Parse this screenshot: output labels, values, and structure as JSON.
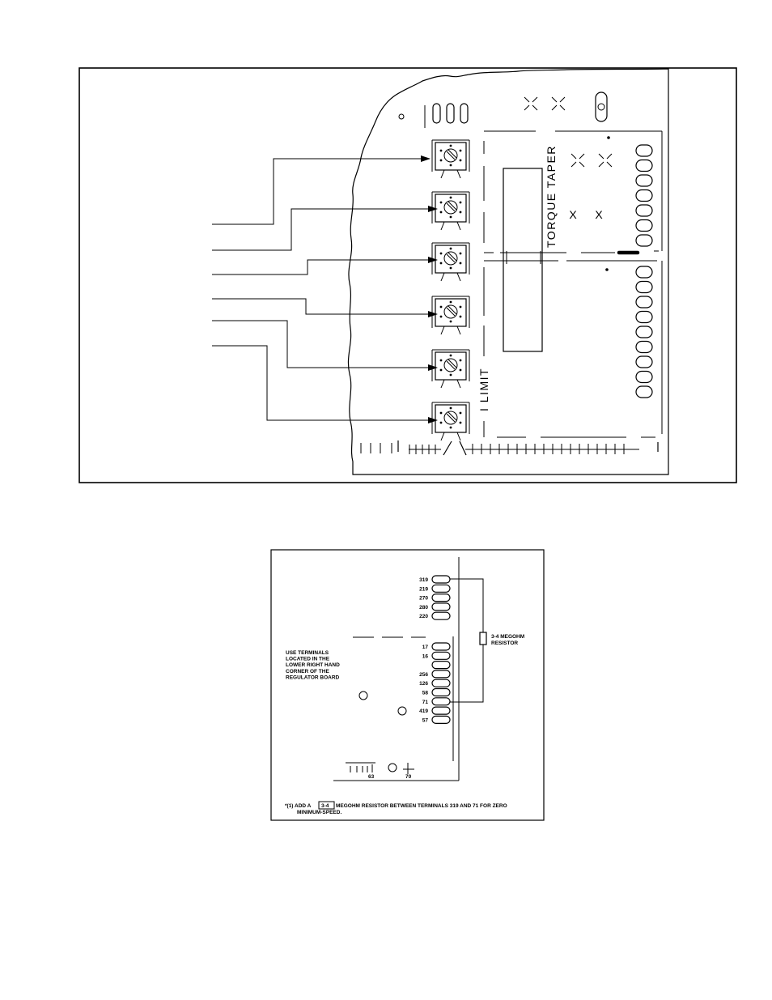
{
  "diagram1": {
    "labels": {
      "torque_taper": "TORQUE TAPER",
      "i_limit": "I LIMIT"
    },
    "x_marks": [
      "X",
      "X"
    ]
  },
  "diagram2": {
    "terminals_upper": [
      "319",
      "219",
      "270",
      "280",
      "220"
    ],
    "terminals_lower": [
      "17",
      "16",
      "",
      "256",
      "126",
      "58",
      "71",
      "419",
      "57"
    ],
    "resistor_label": [
      "3-4 MEGOHM",
      "RESISTOR"
    ],
    "note_lines": [
      "USE TERMINALS",
      "LOCATED IN THE",
      "LOWER RIGHT HAND",
      "CORNER OF THE",
      "REGULATOR BOARD"
    ],
    "bottom_terminals": [
      "63",
      "70"
    ],
    "footnote_line1_prefix": "*(1)  ADD A",
    "footnote_box": "3-4",
    "footnote_line1_suffix": "MEGOHM RESISTOR BETWEEN TERMINALS 319 AND 71 FOR ZERO",
    "footnote_line2": "MINIMUM-SPEED."
  }
}
